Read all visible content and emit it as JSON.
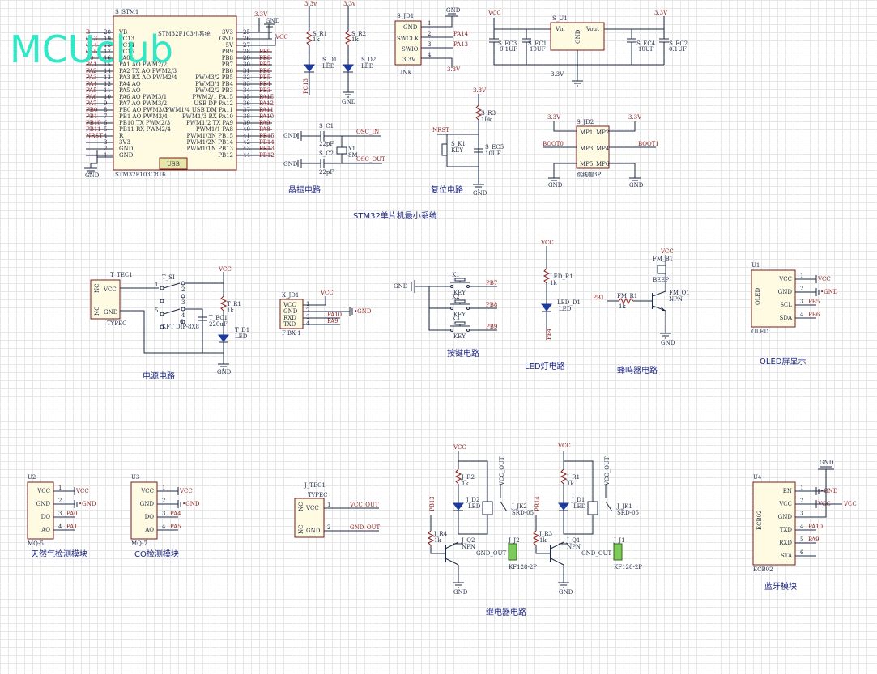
{
  "logo": "MCUclub",
  "sections": {
    "crystal": "晶振电路",
    "reset": "复位电路",
    "stm32_min": "STM32单片机最小系统",
    "power": "电源电路",
    "keys": "按键电路",
    "led": "LED灯电路",
    "buzzer": "蜂鸣器电路",
    "oled": "OLED屏显示",
    "gas": "天然气检测模块",
    "co": "CO检测模块",
    "relay": "继电器电路",
    "bt": "蓝牙模块"
  },
  "mcu": {
    "ref": "S_STM1",
    "name": "STM32F103小系统",
    "part": "STM32F103C8T6",
    "usb": "USB",
    "left_pins": [
      {
        "num": "20",
        "name": "VB",
        "net": "B"
      },
      {
        "num": "19",
        "name": "PC13",
        "net": "C13"
      },
      {
        "num": "18",
        "name": "PC14",
        "net": "C14"
      },
      {
        "num": "17",
        "name": "PC15",
        "net": "C15"
      },
      {
        "num": "16",
        "name": "PA0",
        "net": "A0"
      },
      {
        "num": "15",
        "name": "PA1 AO PWM2/2",
        "net": "PA1"
      },
      {
        "num": "14",
        "name": "PA2 TX AO PWM2/3",
        "net": "PA2"
      },
      {
        "num": "13",
        "name": "PA3 RX AO PWM2/4",
        "net": "PA3"
      },
      {
        "num": "12",
        "name": "PA4 AO",
        "net": "PA4"
      },
      {
        "num": "11",
        "name": "PA5 AO",
        "net": "PA5"
      },
      {
        "num": "10",
        "name": "PA6 AO PWM3/1",
        "net": "PA6"
      },
      {
        "num": "9",
        "name": "PA7 AO PWM3/2",
        "net": "PA7"
      },
      {
        "num": "8",
        "name": "PB0 AO PWM3/3",
        "net": "PB0"
      },
      {
        "num": "7",
        "name": "PB1 AO PWM3/4",
        "net": "PB1"
      },
      {
        "num": "6",
        "name": "PB10 TX PWM2/3",
        "net": "PB10"
      },
      {
        "num": "5",
        "name": "PB11 RX PWM2/4",
        "net": "PB11"
      },
      {
        "num": "4",
        "name": "R",
        "net": "NRST"
      },
      {
        "num": "3",
        "name": "3V3",
        "net": ""
      },
      {
        "num": "2",
        "name": "GND",
        "net": ""
      },
      {
        "num": "1",
        "name": "GND",
        "net": ""
      }
    ],
    "right_pins": [
      {
        "num": "25",
        "name": "3V3",
        "net": "3.3V"
      },
      {
        "num": "26",
        "name": "GND",
        "net": "GND"
      },
      {
        "num": "27",
        "name": "5V",
        "net": "VCC"
      },
      {
        "num": "28",
        "name": "PB9",
        "net": "PB9"
      },
      {
        "num": "29",
        "name": "PB8",
        "net": "PB8"
      },
      {
        "num": "30",
        "name": "PB7",
        "net": "PB7"
      },
      {
        "num": "31",
        "name": "PB6",
        "net": "PB6"
      },
      {
        "num": "32",
        "name": "PWM3/2 PB5",
        "net": "PB5"
      },
      {
        "num": "33",
        "name": "PWM3/1 PB4",
        "net": "PB4"
      },
      {
        "num": "34",
        "name": "PWM2/2 PB3",
        "net": "PB3"
      },
      {
        "num": "35",
        "name": "PWM2/1 PA15",
        "net": "PA15"
      },
      {
        "num": "36",
        "name": "USB DP PA12",
        "net": "PA12"
      },
      {
        "num": "37",
        "name": "PWM1/4 USB DM PA11",
        "net": "PA11"
      },
      {
        "num": "38",
        "name": "PWM1/3 RX PA10",
        "net": "PA10"
      },
      {
        "num": "39",
        "name": "PWM1/2 TX PA9",
        "net": "PA9"
      },
      {
        "num": "40",
        "name": "PWM1/1 PA8",
        "net": "PA8"
      },
      {
        "num": "41",
        "name": "PWM1/3N PB15",
        "net": "PB15"
      },
      {
        "num": "42",
        "name": "PWM1/2N PB14",
        "net": "PB14"
      },
      {
        "num": "43",
        "name": "PWM1/1N PB13",
        "net": "PB13"
      },
      {
        "num": "44",
        "name": "PB12",
        "net": "PB12"
      }
    ]
  },
  "top": {
    "r1": "S_R1",
    "r2": "S_R2",
    "r1v": "1k",
    "r2v": "1k",
    "d1": "S_D1",
    "d2": "S_D2",
    "led": "LED",
    "v33": "3.3v",
    "pc13": "PC13",
    "gnd": "GND",
    "jd1": "S_JD1",
    "swclk": "SWCLK",
    "swio": "SWIO",
    "v3": "3.3V",
    "link": "LINK",
    "pa14": "PA14",
    "pa13": "PA13",
    "vcc": "VCC",
    "v33b": "3.3V",
    "ec3": "S_EC3",
    "ec1": "S_EC1",
    "c01": "0.1UF",
    "c10": "10UF",
    "u1": "S_U1",
    "vin": "Vin",
    "vout": "Vout",
    "ec4": "S_EC4",
    "ec2": "S_EC2",
    "c1": "S_C1",
    "c2": "S_C2",
    "p22": "22pF",
    "y1": "Y1",
    "m8": "8M",
    "osc_in": "OSC_IN",
    "osc_out": "OSC_OUT",
    "r3": "S_R3",
    "k10": "10k",
    "nrst": "NRST",
    "k1": "S_K1",
    "key": "KEY",
    "ec5": "S_EC5",
    "u10": "10UF",
    "jd2": "S_JD2",
    "mp1": "MP1",
    "mp2": "MP2",
    "mp3": "MP3",
    "mp4": "MP4",
    "mp5": "MP5",
    "mp6": "MP6",
    "boot0": "BOOT0",
    "boot1": "BOOT1",
    "jump": "跳线帽3P"
  },
  "power": {
    "tec1": "T_TEC1",
    "vcc": "VCC",
    "gnd": "GND",
    "nc": "NC",
    "typec": "TYPEC",
    "si": "T_SI",
    "kft": "KFT DIP-8X8",
    "r1": "T_R1",
    "r1v": "1k",
    "ec1": "T_EC1",
    "ecv": "220uF",
    "d1": "T_D1",
    "led": "LED"
  },
  "xjd1": {
    "ref": "X_JD1",
    "pins": [
      "VCC",
      "GND",
      "RXD",
      "TXD"
    ],
    "nets": [
      "VCC",
      "GND",
      "PA10",
      "PA9"
    ],
    "part": "F-BX-1"
  },
  "keys": {
    "k1": "K1",
    "k2": "K2",
    "k3": "K3",
    "key": "KEY",
    "nets": [
      "PB7",
      "PB8",
      "PB9"
    ],
    "gnd": "GND"
  },
  "led": {
    "r": "LED_R1",
    "d": "LED_D1",
    "rv": "1k",
    "led": "LED",
    "net": "PB4",
    "vcc": "VCC"
  },
  "buzzer": {
    "b": "FM_B1",
    "bee": "BEEP",
    "r": "FM_R1",
    "rv": "1k",
    "q": "FM_Q1",
    "npn": "NPN",
    "net": "PB1",
    "vcc": "VCC",
    "gnd": "GND"
  },
  "oled": {
    "ref": "U1",
    "name": "OLED",
    "pins": [
      "VCC",
      "GND",
      "SCL",
      "SDA"
    ],
    "nets": [
      "VCC",
      "GND",
      "PB5",
      "PB6"
    ],
    "part": "OLED"
  },
  "gas": {
    "ref": "U2",
    "pins": [
      "VCC",
      "GND",
      "DO",
      "AO"
    ],
    "nets": [
      "VCC",
      "GND",
      "PA0",
      "PA1"
    ],
    "part": "MQ-5"
  },
  "co": {
    "ref": "U3",
    "pins": [
      "VCC",
      "GND",
      "DO",
      "AO"
    ],
    "nets": [
      "VCC",
      "GND",
      "PA4",
      "PA5"
    ],
    "part": "MQ-7"
  },
  "tec2": {
    "ref": "J_TEC1",
    "typec": "TYPEC",
    "vcc": "VCC",
    "gnd": "GND",
    "nc": "NC",
    "n1": "VCC_OUT",
    "n2": "GND_OUT"
  },
  "relay": {
    "r2": "J_R2",
    "r1": "J_R1",
    "rv": "1k",
    "d2": "J_D2",
    "d1": "J_D1",
    "led": "LED",
    "vcc_out": "VCC_OUT",
    "jk2": "J_JK2",
    "jk1": "J_JK1",
    "srd": "SRD-05",
    "r4": "J_R4",
    "r3": "J_R3",
    "q2": "J_Q2",
    "q1": "J_Q1",
    "npn": "NPN",
    "j2": "J_J2",
    "j1": "J_J1",
    "kf": "KF128-2P",
    "gnd_out": "GND_OUT",
    "pb13": "PB13",
    "pb14": "PB14",
    "vcc": "VCC",
    "gnd": "GND"
  },
  "bt": {
    "ref": "U4",
    "pins": [
      "EN",
      "VCC",
      "GND",
      "TXD",
      "RXD",
      "STA"
    ],
    "nets": [
      "GND",
      "VCC",
      "",
      "PA10",
      "PA9",
      ""
    ],
    "part": "ECB02",
    "gnd": "GND",
    "vcc": "VCC"
  }
}
